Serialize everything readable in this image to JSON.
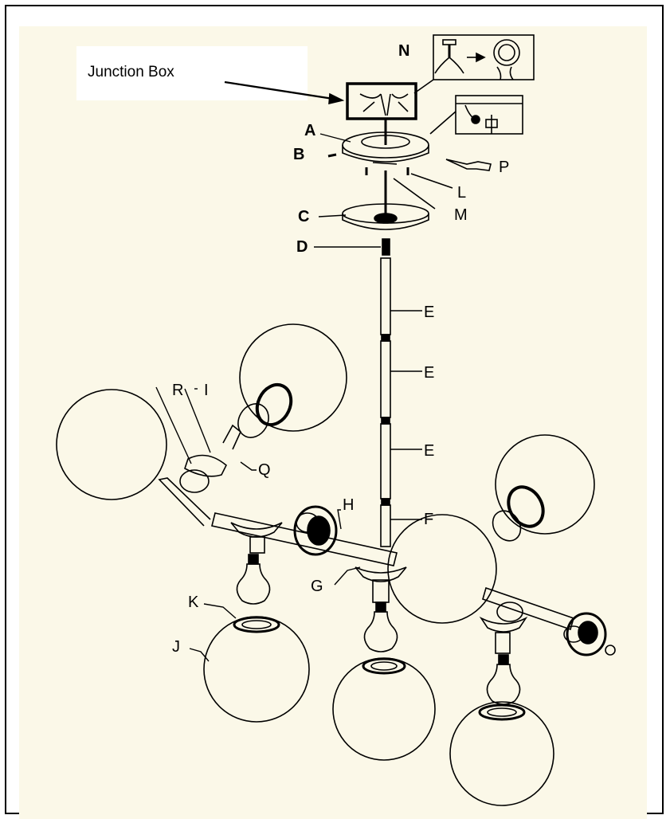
{
  "callout": {
    "text": "Junction Box"
  },
  "labels": {
    "A": "A",
    "B": "B",
    "C": "C",
    "D": "D",
    "E": "E",
    "F": "F",
    "G": "G",
    "H": "H",
    "I": "I",
    "J": "J",
    "K": "K",
    "L": "L",
    "M": "M",
    "N": "N",
    "P": "P",
    "Q": "Q",
    "R": "R"
  },
  "colors": {
    "background": "#fbf8e8",
    "line": "#000000"
  }
}
